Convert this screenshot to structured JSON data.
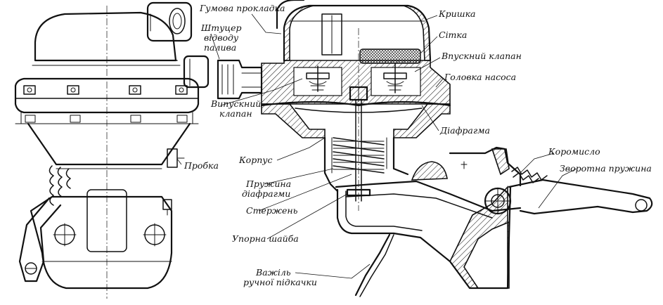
{
  "labels": {
    "gasket": "Гумова прокладка",
    "outlet_fitting_1": "Штуцер",
    "outlet_fitting_2": "відводу",
    "outlet_fitting_3": "палива",
    "cover": "Кришка",
    "screen": "Сітка",
    "inlet_valve": "Впускний клапан",
    "pump_head": "Головка насоса",
    "outlet_valve_1": "Випускний",
    "outlet_valve_2": "клапан",
    "diaphragm": "Діафрагма",
    "plug": "Пробка",
    "body": "Корпус",
    "rocker_arm": "Коромисло",
    "return_spring": "Зворотна пружина",
    "diaphragm_spring_1": "Пружина",
    "diaphragm_spring_2": "діафрагми",
    "rod": "Стержень",
    "thrust_washer": "Упорна шайба",
    "hand_lever_1": "Важіль",
    "hand_lever_2": "ручної підкачки"
  }
}
